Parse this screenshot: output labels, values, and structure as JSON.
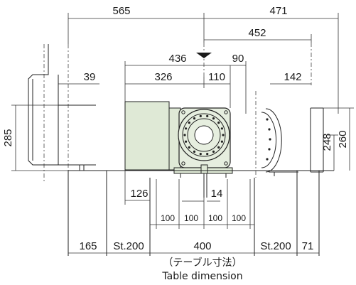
{
  "dims": {
    "d565": "565",
    "d471": "471",
    "d452": "452",
    "d436": "436",
    "d90": "90",
    "d326": "326",
    "d110": "110",
    "d39": "39",
    "d142": "142",
    "d285": "285",
    "d248": "248",
    "d260": "260",
    "d126": "126",
    "d14": "14",
    "d100a": "100",
    "d100b": "100",
    "d100c": "100",
    "d100d": "100",
    "d165": "165",
    "st200a": "St.200",
    "d400": "400",
    "st200b": "St.200",
    "d71": "71"
  },
  "caption": {
    "jp": "（テーブル寸法）",
    "en": "Table dimension"
  },
  "colors": {
    "body_fill": "#dfe9d6",
    "body_stroke": "#222222",
    "face_fill": "#e6eedf"
  }
}
